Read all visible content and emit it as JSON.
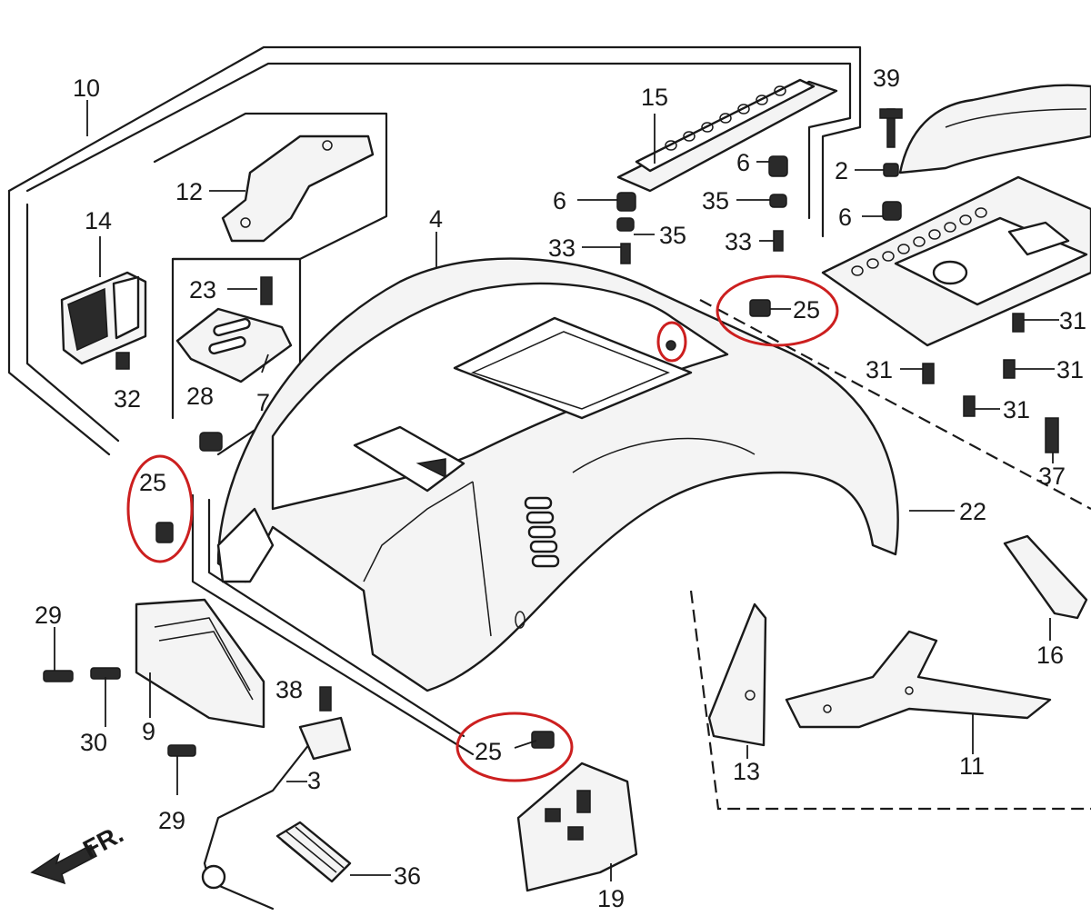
{
  "callouts": {
    "c10": "10",
    "c12": "12",
    "c14": "14",
    "c23": "23",
    "c7": "7",
    "c32": "32",
    "c28": "28",
    "c4": "4",
    "c15": "15",
    "c6a": "6",
    "c6b": "6",
    "c6c": "6",
    "c35a": "35",
    "c35b": "35",
    "c33a": "33",
    "c33b": "33",
    "c39": "39",
    "c2": "2",
    "c25a": "25",
    "c25b": "25",
    "c25c": "25",
    "c31a": "31",
    "c31b": "31",
    "c31c": "31",
    "c31d": "31",
    "c37": "37",
    "c22": "22",
    "c16": "16",
    "c29a": "29",
    "c29b": "29",
    "c30": "30",
    "c9": "9",
    "c38": "38",
    "c3": "3",
    "c13": "13",
    "c11": "11",
    "c19": "19",
    "c36": "36"
  },
  "front_marker": "FR.",
  "highlight_color": "#cc1f1f"
}
